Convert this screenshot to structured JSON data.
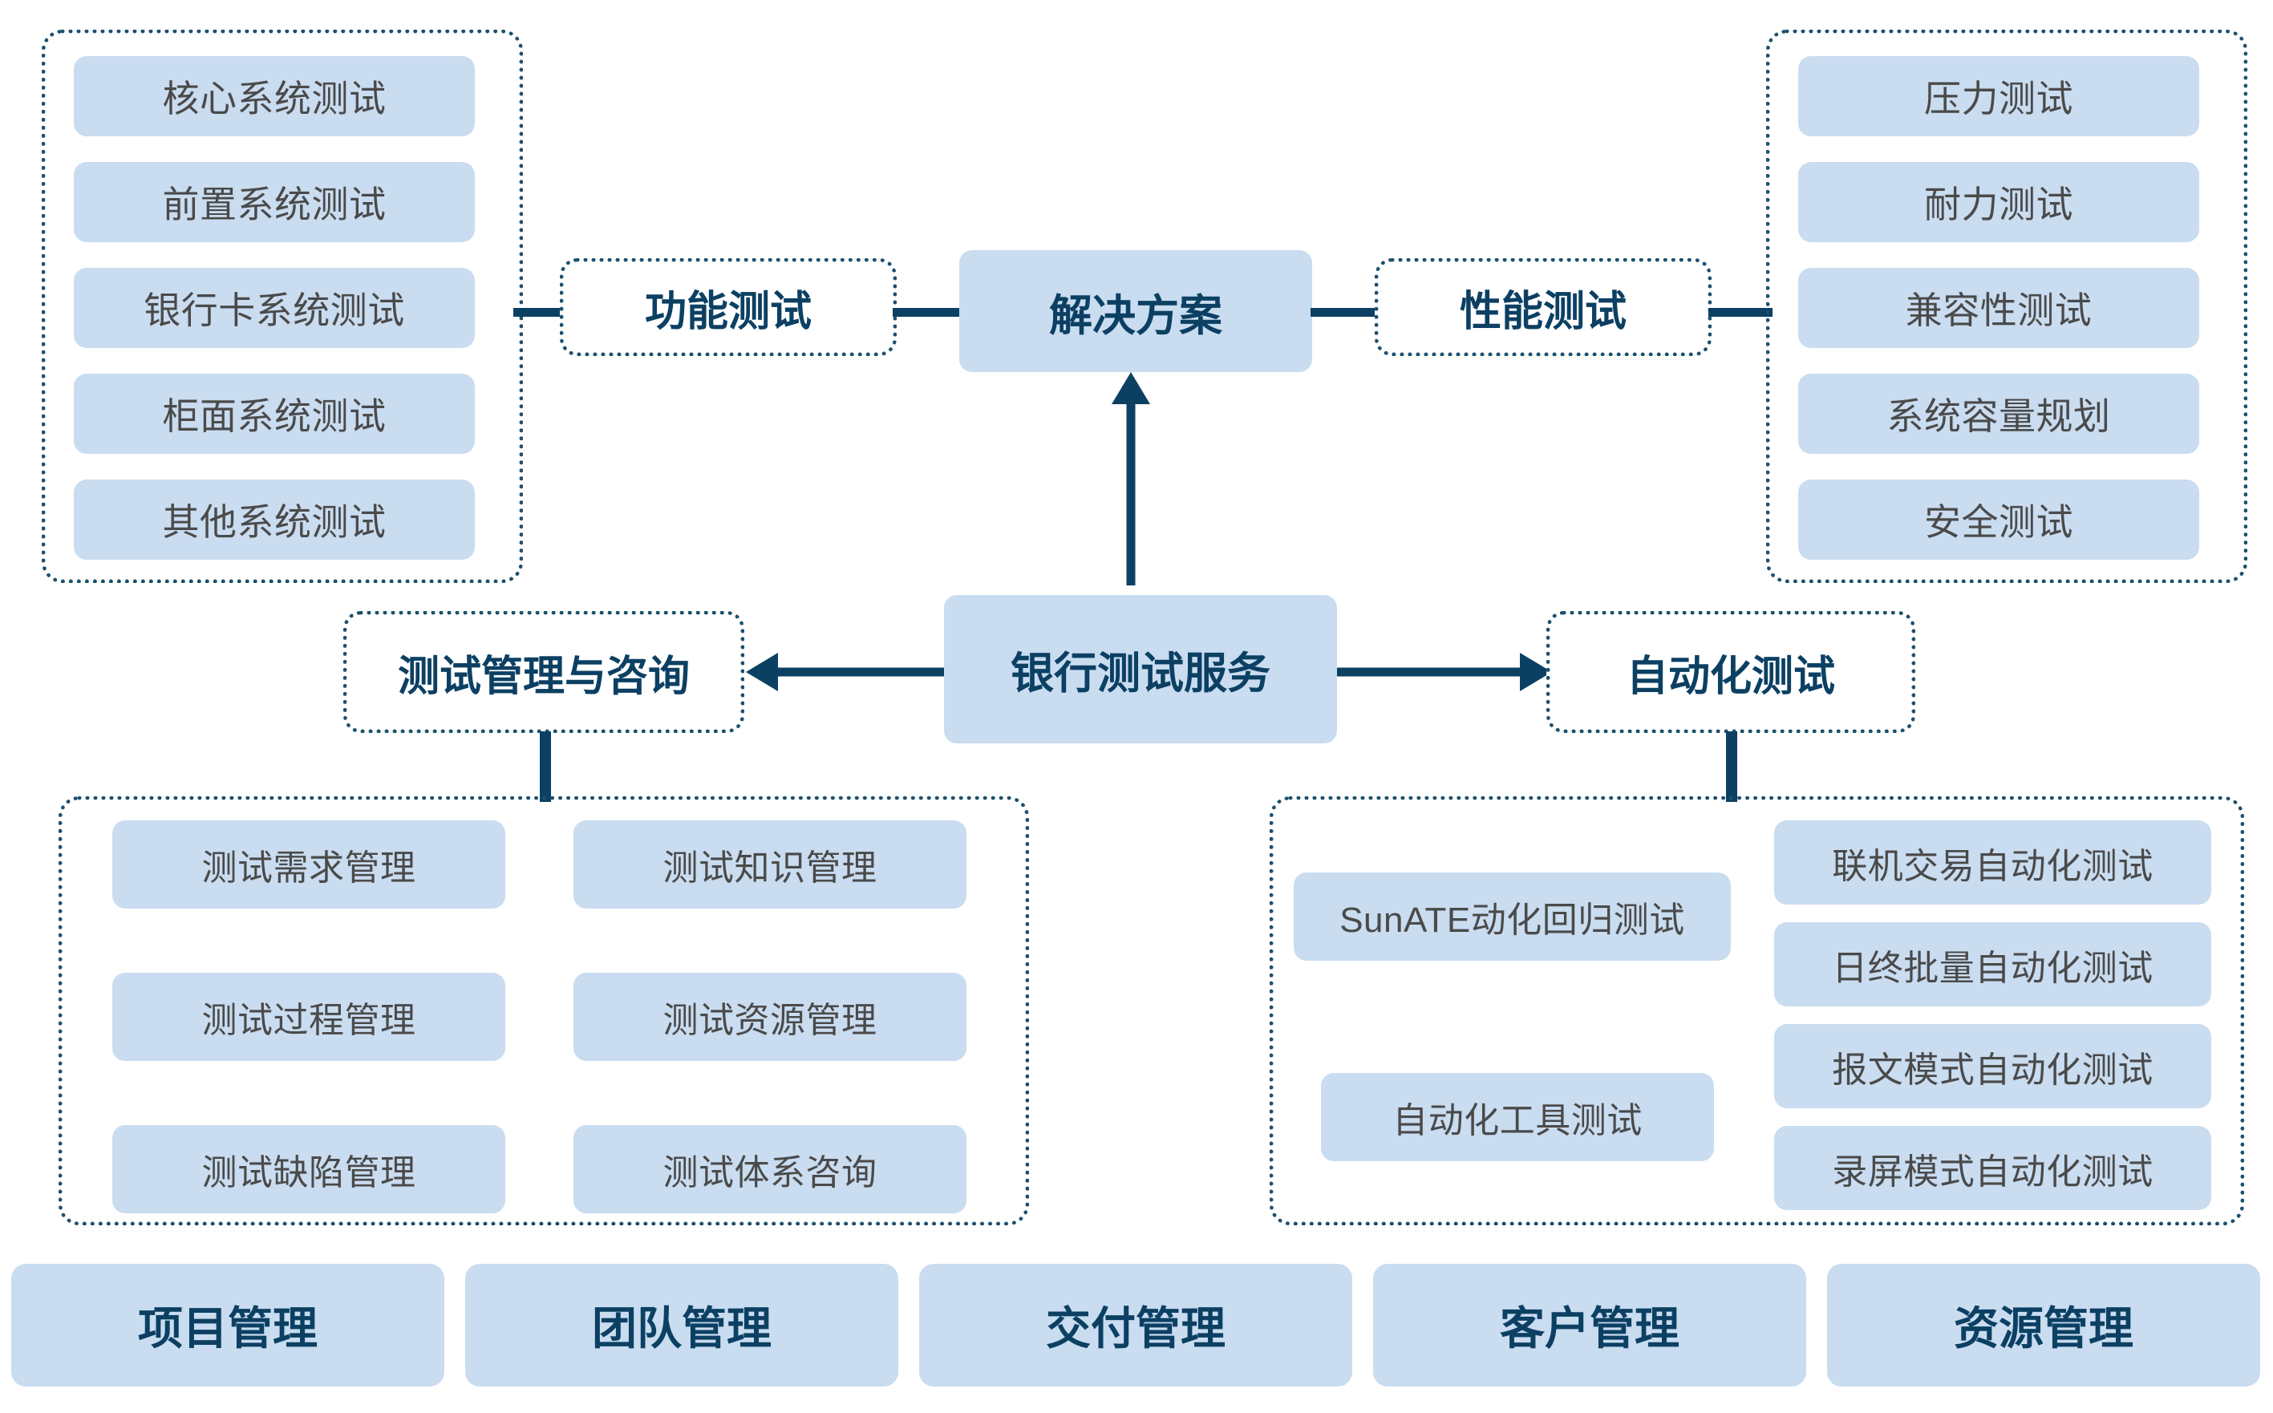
{
  "diagram": {
    "title_node": "解决方案",
    "root_node": "银行测试服务",
    "colors": {
      "chip_fill": "#c9dcf0",
      "navy_text": "#0c4063",
      "gray_text": "#4a4a4a",
      "dotted_border": "#1c5070",
      "connector": "#0c4063",
      "background": "#ffffff"
    },
    "branches": {
      "functional": {
        "label": "功能测试",
        "items": [
          "核心系统测试",
          "前置系统测试",
          "银行卡系统测试",
          "柜面系统测试",
          "其他系统测试"
        ]
      },
      "performance": {
        "label": "性能测试",
        "items": [
          "压力测试",
          "耐力测试",
          "兼容性测试",
          "系统容量规划",
          "安全测试"
        ]
      },
      "management": {
        "label": "测试管理与咨询",
        "items_left": [
          "测试需求管理",
          "测试过程管理",
          "测试缺陷管理"
        ],
        "items_right": [
          "测试知识管理",
          "测试资源管理",
          "测试体系咨询"
        ]
      },
      "automation": {
        "label": "自动化测试",
        "items_left": [
          "SunATE动化回归测试",
          "自动化工具测试"
        ],
        "items_right": [
          "联机交易自动化测试",
          "日终批量自动化测试",
          "报文模式自动化测试",
          "录屏模式自动化测试"
        ]
      }
    },
    "footer": {
      "items": [
        "项目管理",
        "团队管理",
        "交付管理",
        "客户管理",
        "资源管理"
      ]
    }
  }
}
